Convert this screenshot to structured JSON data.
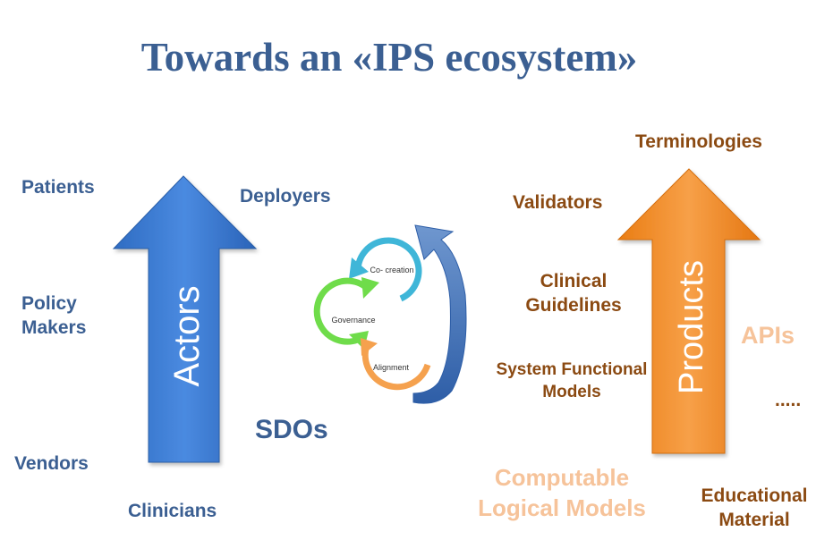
{
  "title": "Towards an «IPS ecosystem»",
  "actors": {
    "arrow_label": "Actors",
    "patients": "Patients",
    "deployers": "Deployers",
    "policy_makers": [
      "Policy",
      "Makers"
    ],
    "sdos": "SDOs",
    "vendors": "Vendors",
    "clinicians": "Clinicians"
  },
  "cycle": {
    "co_creation": "Co- creation",
    "governance": "Governance",
    "alignment": "Alignment"
  },
  "products": {
    "arrow_label": "Products",
    "terminologies": "Terminologies",
    "validators": "Validators",
    "clinical_guidelines": [
      "Clinical",
      "Guidelines"
    ],
    "system_functional_models": [
      "System Functional",
      "Models"
    ],
    "apis": "APIs",
    "ellipsis": ".....",
    "computable_logical_models": [
      "Computable",
      "Logical Models"
    ],
    "educational_material": [
      "Educational",
      "Material"
    ]
  },
  "colors": {
    "title": "#3b5f92",
    "actors_arrow": "#3f7ed3",
    "products_arrow": "#ef8a25",
    "brown_text": "#8b4a12",
    "peach_text": "#f6c39a",
    "cycle_teal": "#3fb6d8",
    "cycle_green": "#6fdc4a",
    "cycle_orange": "#f5a14e"
  }
}
